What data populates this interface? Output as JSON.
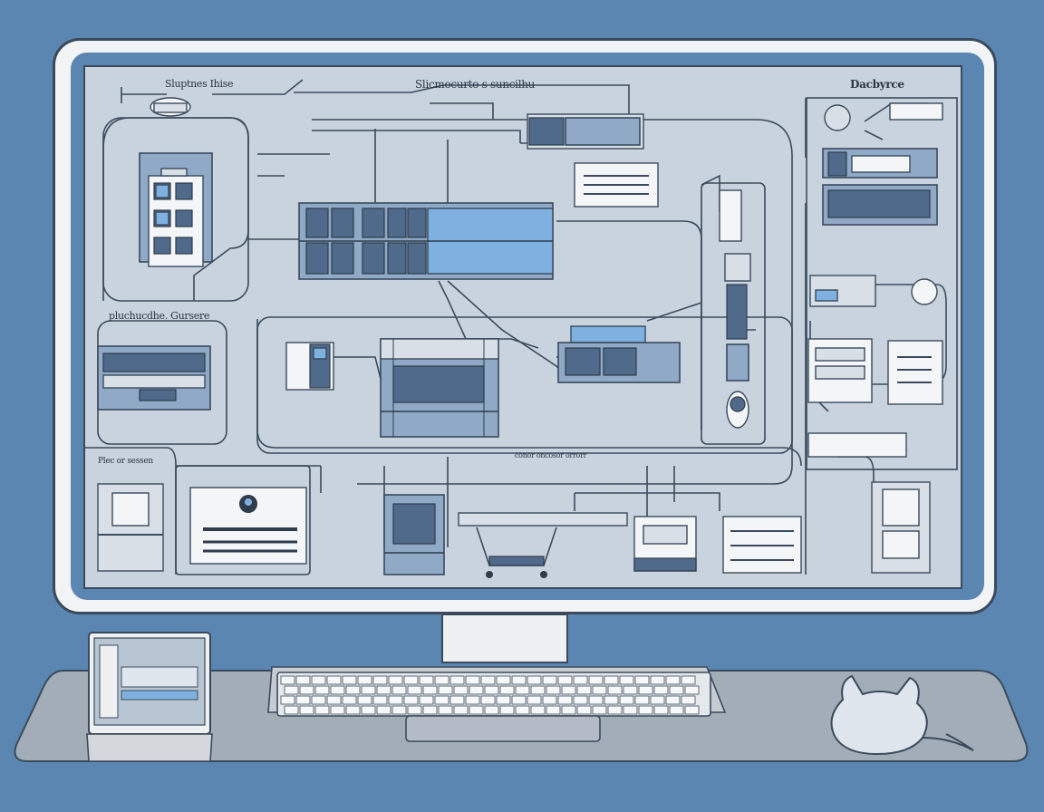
{
  "screen": {
    "labels": {
      "top_left": "Sluptnes Ihise",
      "top_center": "Slicmocurto s suncilhu",
      "top_right": "Dacbyrce",
      "mid_left": "pluchucdhe. Gursere",
      "bottom_left": "Plec or sessen",
      "bottom_center": "conor oncosor orrorr"
    }
  },
  "colors": {
    "background": "#5b86b1",
    "screen": "#c8d3de",
    "line": "#3a4a5c",
    "module_fill": "#8fa9c6",
    "module_dark": "#4f6a8a",
    "highlight": "#7fb1e0"
  }
}
